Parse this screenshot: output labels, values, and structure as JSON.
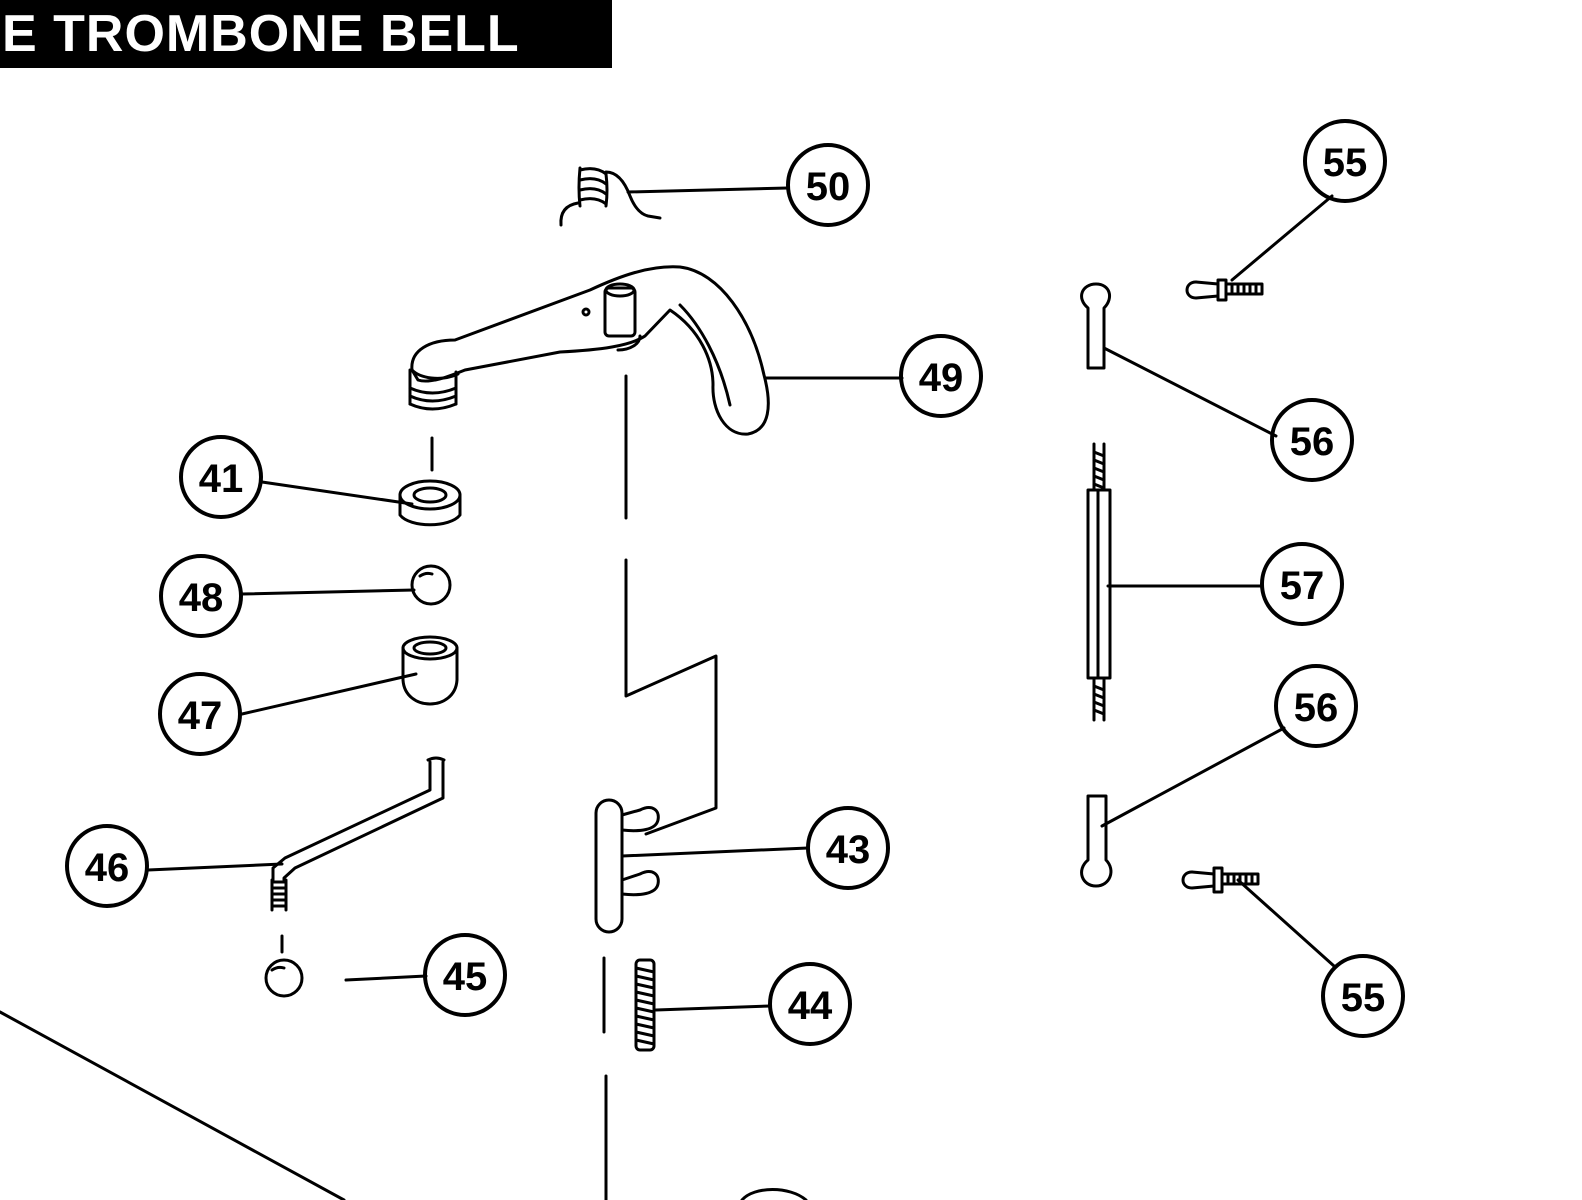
{
  "header": {
    "title": "E TROMBONE BELL"
  },
  "colors": {
    "ink": "#000000",
    "paper": "#ffffff",
    "header_bg": "#000000",
    "header_text": "#ffffff"
  },
  "callouts": {
    "c41": "41",
    "c43": "43",
    "c44": "44",
    "c45": "45",
    "c46": "46",
    "c47": "47",
    "c48": "48",
    "c49": "49",
    "c50": "50",
    "c55a": "55",
    "c55b": "55",
    "c56a": "56",
    "c56b": "56",
    "c57": "57"
  }
}
